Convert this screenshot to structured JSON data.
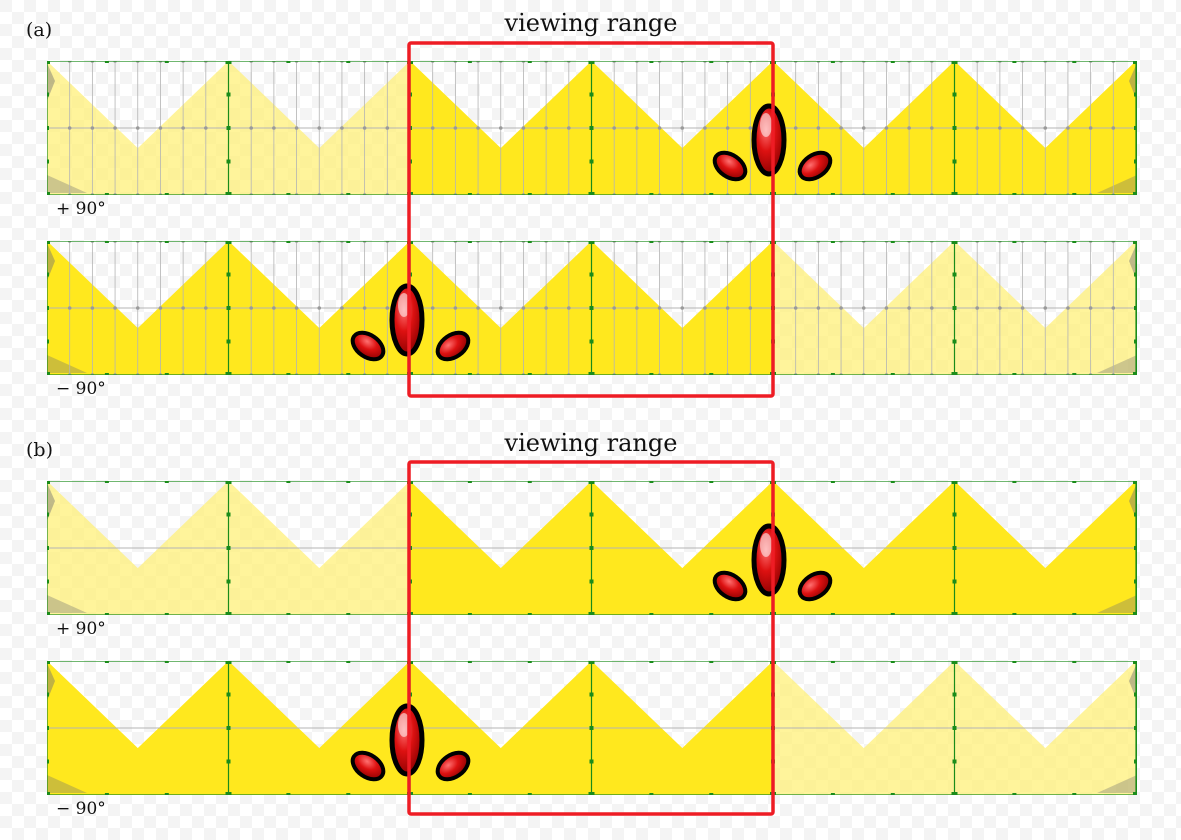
{
  "panels": [
    {
      "label": "(a)",
      "range_label": "viewing range",
      "strips": [
        {
          "angle": "+ 90°"
        },
        {
          "angle": "− 90°"
        }
      ]
    },
    {
      "label": "(b)",
      "range_label": "viewing range",
      "strips": [
        {
          "angle": "+ 90°"
        },
        {
          "angle": "− 90°"
        }
      ]
    }
  ],
  "colors": {
    "background": "#ffffff",
    "checker": "#f4f4f4",
    "yellow": "#ffe81e",
    "yellow_faded": "#fff07a",
    "grid_green": "#1a8c1a",
    "grid_grey": "#b4b4b4",
    "range_red": "#ee1c24",
    "droplet_red": "#dd1111",
    "outline": "#000000"
  }
}
